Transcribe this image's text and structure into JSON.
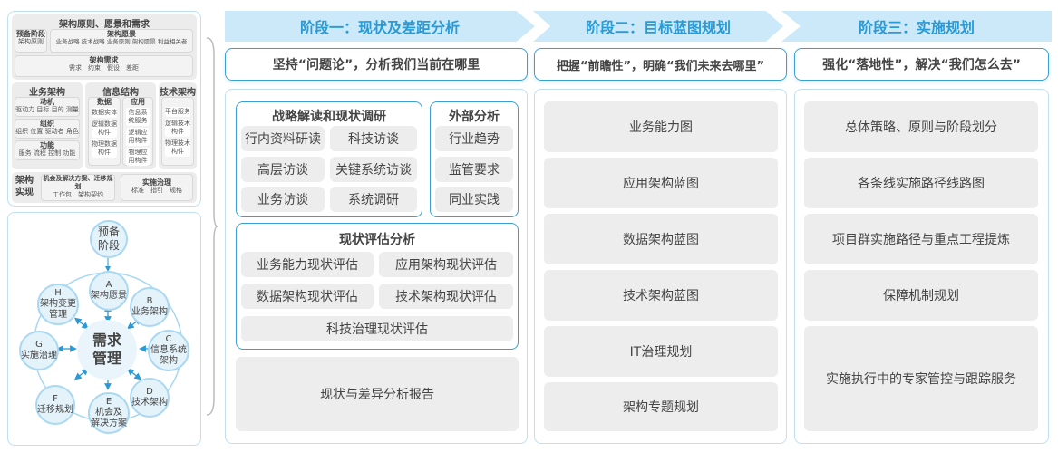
{
  "left_top": {
    "title": "架构原则、愿景和需求",
    "prep": {
      "title": "预备阶段",
      "items": "架构原则"
    },
    "vision": {
      "title": "架构愿景",
      "items": "业务战略 技术战略 业务原则 架构愿景 利益相关者"
    },
    "req": {
      "title": "架构需求",
      "items": "需求　约束　假设　差距"
    },
    "biz": {
      "title": "业务架构",
      "groups": [
        {
          "title": "动机",
          "items": "驱动力 目标 目的 测量"
        },
        {
          "title": "组织",
          "items": "组织 位置 驱动者 角色"
        },
        {
          "title": "功能",
          "items": "服务 流程 控制 功能"
        }
      ]
    },
    "info": {
      "title": "信息结构",
      "data": {
        "title": "数据",
        "items": [
          "数据实体",
          "逻辑数据构件",
          "物理数据构件"
        ]
      },
      "app": {
        "title": "应用",
        "items": [
          "信息系统服务",
          "逻辑应用构件",
          "物理应用构件"
        ]
      }
    },
    "tech": {
      "title": "技术架构",
      "items": [
        "平台服务",
        "逻辑技术构件",
        "物理技术构件"
      ]
    },
    "impl": {
      "title": "架构实现",
      "opp": {
        "title": "机会及解决方案、迁移规划",
        "items": "工作包　架构契约"
      },
      "gov": {
        "title": "实施治理",
        "items": "标准　指引　规格"
      }
    }
  },
  "cycle": {
    "prep": "预备\n阶段",
    "center": "需求\n管理",
    "nodes": [
      "A\n架构愿景",
      "B\n业务架构",
      "C\n信息系统\n架构",
      "D\n技术架构",
      "E\n机会及\n解决方案",
      "F\n迁移规划",
      "G\n实施治理",
      "H\n架构变更\n管理"
    ]
  },
  "stages": [
    {
      "title": "阶段一：现状及差距分析",
      "slogan": "坚持“问题论”，分析我们当前在哪里"
    },
    {
      "title": "阶段二：目标蓝图规划",
      "slogan": "把握“前瞻性”，明确“我们未来去哪里”"
    },
    {
      "title": "阶段三：实施规划",
      "slogan": "强化“落地性”，解决“我们怎么去”"
    }
  ],
  "stage1": {
    "strategy": {
      "title": "战略解读和现状调研",
      "items": [
        "行内资料研读",
        "科技访谈",
        "高层访谈",
        "关键系统访谈",
        "业务访谈",
        "系统调研"
      ]
    },
    "external": {
      "title": "外部分析",
      "items": [
        "行业趋势",
        "监管要求",
        "同业实践"
      ]
    },
    "eval": {
      "title": "现状评估分析",
      "items": [
        "业务能力现状评估",
        "应用架构现状评估",
        "数据架构现状评估",
        "技术架构现状评估",
        "科技治理现状评估"
      ]
    },
    "report": "现状与差异分析报告"
  },
  "stage2": {
    "items": [
      "业务能力图",
      "应用架构蓝图",
      "数据架构蓝图",
      "技术架构蓝图",
      "IT治理规划",
      "架构专题规划"
    ]
  },
  "stage3": {
    "items": [
      "总体策略、原则与阶段划分",
      "各条线实施路径线路图",
      "项目群实施路径与重点工程提炼",
      "保障机制规划",
      "实施执行中的专家管控与跟踪服务"
    ]
  },
  "colors": {
    "accent": "#3aa0d4",
    "header_bg": "#cbe9f8",
    "header_text": "#2a9ad6",
    "box_gray": "#ededed"
  }
}
